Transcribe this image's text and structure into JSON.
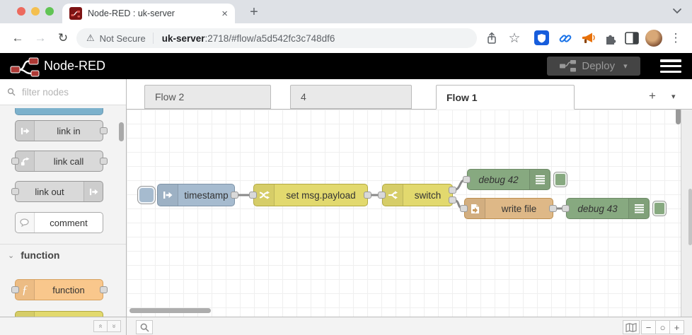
{
  "browser": {
    "tab_title": "Node-RED : uk-server",
    "address": {
      "security_label": "Not Secure",
      "host": "uk-server",
      "path": ":2718/#flow/a5d542fc3c748df6"
    }
  },
  "app": {
    "title": "Node-RED",
    "deploy_label": "Deploy"
  },
  "palette": {
    "filter_placeholder": "filter nodes",
    "nodes": [
      {
        "label": "link in",
        "color": "#dddddd"
      },
      {
        "label": "link call",
        "color": "#dddddd"
      },
      {
        "label": "link out",
        "color": "#dddddd"
      },
      {
        "label": "comment",
        "color": "#ffffff"
      }
    ],
    "section_label": "function",
    "section_nodes": [
      {
        "label": "function",
        "color": "#f9c78c"
      }
    ]
  },
  "workspace": {
    "tabs": [
      {
        "label": "Flow 2",
        "active": false
      },
      {
        "label": "4",
        "active": false
      },
      {
        "label": "Flow 1",
        "active": true
      }
    ],
    "flow": {
      "nodes": [
        {
          "label": "timestamp",
          "type": "inject",
          "color": "#a6bbcf"
        },
        {
          "label": "set msg.payload",
          "type": "change",
          "color": "#e2d96e"
        },
        {
          "label": "switch",
          "type": "switch",
          "color": "#e2d96e"
        },
        {
          "label": "debug 42",
          "type": "debug",
          "color": "#87a980"
        },
        {
          "label": "write file",
          "type": "file",
          "color": "#deb887"
        },
        {
          "label": "debug 43",
          "type": "debug",
          "color": "#87a980"
        }
      ]
    }
  },
  "footer": {
    "zoom_out_glyph": "−",
    "zoom_reset_glyph": "○",
    "zoom_in_glyph": "+"
  },
  "icons": {
    "close": "×",
    "plus": "+",
    "chevron_down": "▾",
    "chevron_small": "⌄",
    "star": "☆",
    "kebab": "⋮",
    "back": "←",
    "forward": "→",
    "reload": "↻",
    "warning": "⚠",
    "double_chevron": "«",
    "fn": "ƒ"
  },
  "colors": {
    "accent_red": "#8f1a15",
    "inject": "#a6bbcf",
    "function_yellow": "#e2d96e",
    "debug_green": "#87a980",
    "file_tan": "#deb887",
    "bitwarden_blue": "#175ddc",
    "link_blue": "#1a73e8"
  }
}
